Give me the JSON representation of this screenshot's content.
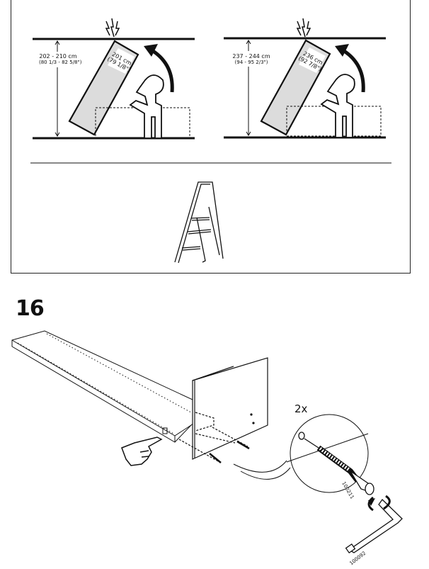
{
  "warning_panel": {
    "left_scene": {
      "ceiling_height_cm": "202 - 210 cm",
      "ceiling_height_in": "(80 1/3 - 82 5/8\")",
      "panel_length_cm": "201 cm",
      "panel_length_in": "(79 1/8\")"
    },
    "right_scene": {
      "ceiling_height_cm": "237 - 244 cm",
      "ceiling_height_in": "(94 - 95 2/3\")",
      "panel_length_cm": "236 cm",
      "panel_length_in": "(92 7/8\")"
    },
    "icons": [
      "impact-icon",
      "rotate-arrow-icon",
      "stepladder-icon"
    ]
  },
  "step": {
    "number": "16",
    "quantity": "2x",
    "parts": {
      "screw_id": "100211",
      "allen_key_id": "100092"
    }
  }
}
